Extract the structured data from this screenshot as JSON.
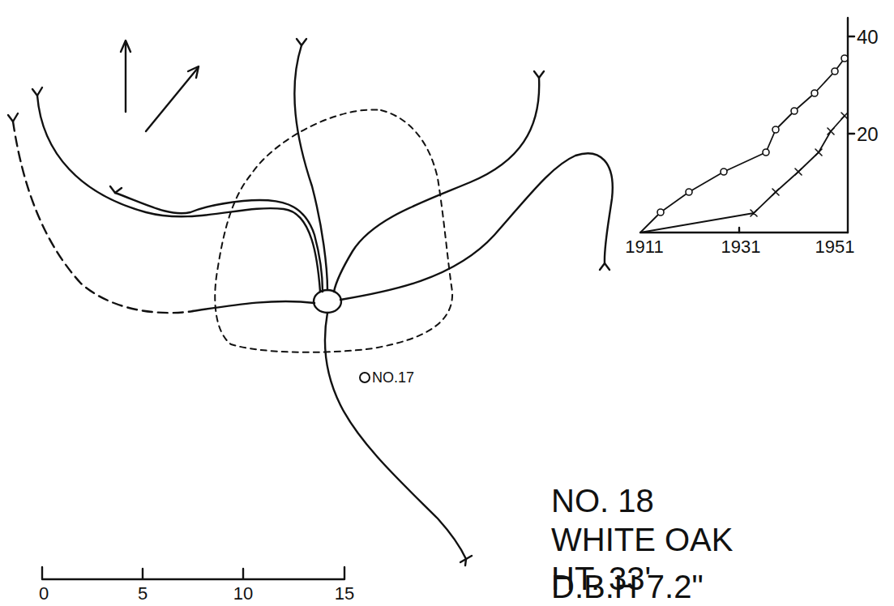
{
  "diagram": {
    "labels": [
      "NO.17",
      "NO. 18",
      "WHITE OAK",
      "HT. 33'",
      "D.B.H 7.2\"",
      "0",
      "5",
      "10",
      "15",
      "1911",
      "1931",
      "1951",
      "40",
      "20"
    ]
  }
}
